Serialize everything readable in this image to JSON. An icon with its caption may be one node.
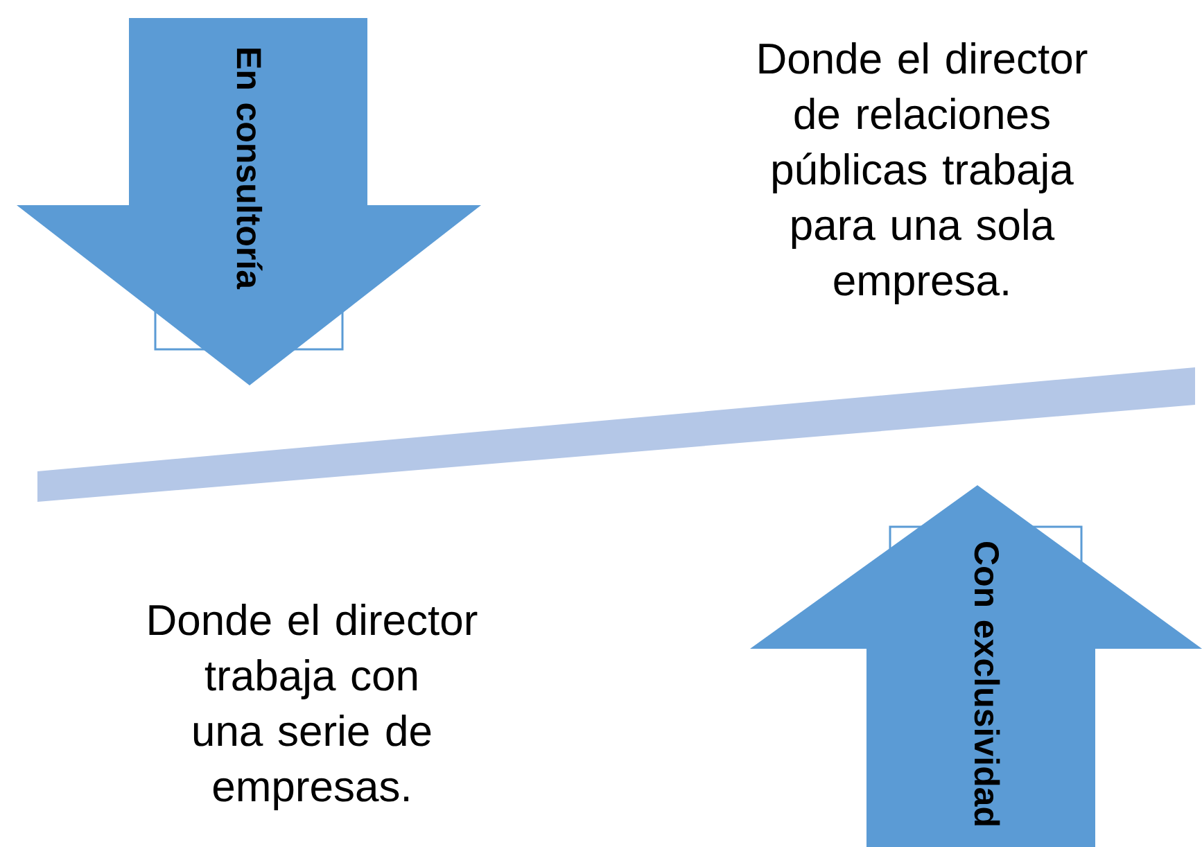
{
  "diagram": {
    "nodes": [
      {
        "text": [
          "En consultoría"
        ]
      },
      {
        "text": [
          "Con exclusividad"
        ]
      },
      {
        "text": [],
        "shape": "bar"
      }
    ],
    "labels": [
      "Donde el director de relaciones públicas trabaja para una sola empresa.",
      "Donde el director trabaja con una serie de empresas."
    ]
  }
}
